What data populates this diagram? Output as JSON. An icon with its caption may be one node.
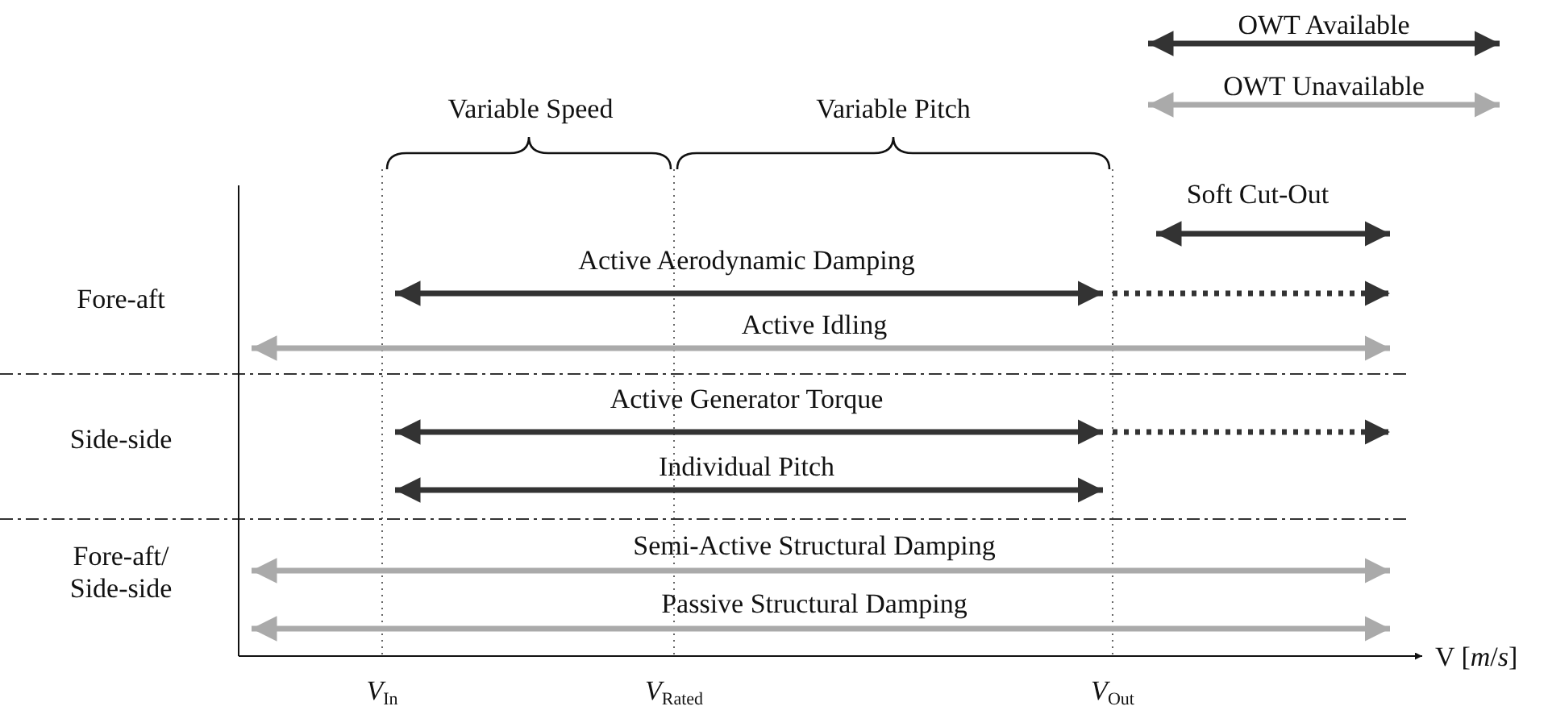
{
  "diagram": {
    "labels": [
      "Variable Speed",
      "Variable Pitch",
      "Soft Cut-Out",
      "Fore-aft",
      "Active Aerodynamic Damping",
      "Active Idling",
      "Side-side",
      "Active Generator Torque",
      "Individual Pitch",
      "Fore-aft/ Side-side",
      "Semi-Active Structural Damping",
      "Passive Structural Damping",
      "V [*m*/*s*]",
      "*V*$_{In}$",
      "*V*$_{Rated}$",
      "*V*$_{Out}$"
    ],
    "legend": [
      {
        "text": "OWT Available"
      },
      {
        "text": "OWT Unavailable"
      }
    ]
  }
}
